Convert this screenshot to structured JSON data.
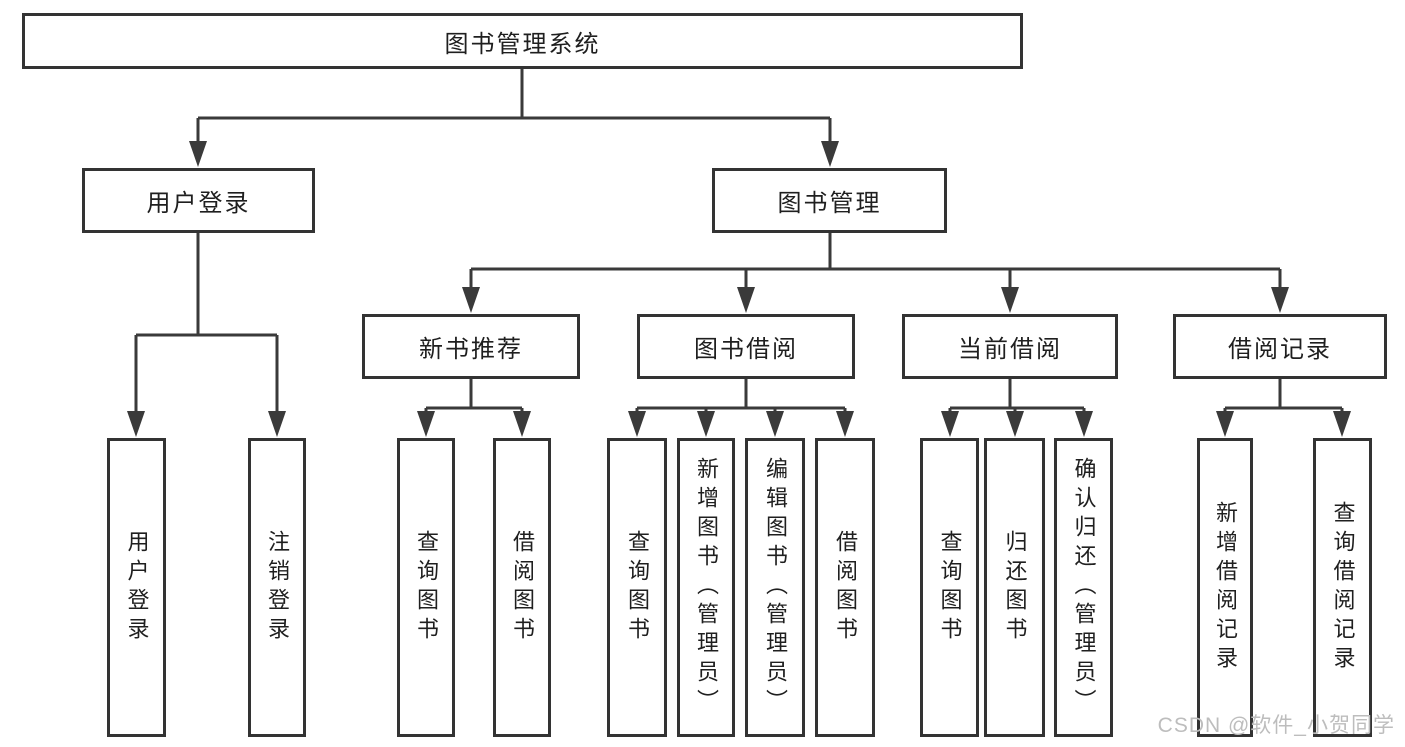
{
  "diagram": {
    "root": {
      "label": "图书管理系统"
    },
    "branches": [
      {
        "label": "用户登录",
        "children": [
          {
            "label": "用户登录"
          },
          {
            "label": "注销登录"
          }
        ]
      },
      {
        "label": "图书管理",
        "children": [
          {
            "label": "新书推荐",
            "children": [
              {
                "label": "查询图书"
              },
              {
                "label": "借阅图书"
              }
            ]
          },
          {
            "label": "图书借阅",
            "children": [
              {
                "label": "查询图书"
              },
              {
                "label": "新增图书（管理员）"
              },
              {
                "label": "编辑图书（管理员）"
              },
              {
                "label": "借阅图书"
              }
            ]
          },
          {
            "label": "当前借阅",
            "children": [
              {
                "label": "查询图书"
              },
              {
                "label": "归还图书"
              },
              {
                "label": "确认归还（管理员）"
              }
            ]
          },
          {
            "label": "借阅记录",
            "children": [
              {
                "label": "新增借阅记录"
              },
              {
                "label": "查询借阅记录"
              }
            ]
          }
        ]
      }
    ]
  },
  "watermark": {
    "text": "CSDN @软件_小贺同学"
  },
  "colors": {
    "line": "#3a3a3a",
    "box_border": "#333333",
    "text": "#1f1f1f",
    "watermark": "#bdbdbd",
    "background": "#ffffff"
  }
}
